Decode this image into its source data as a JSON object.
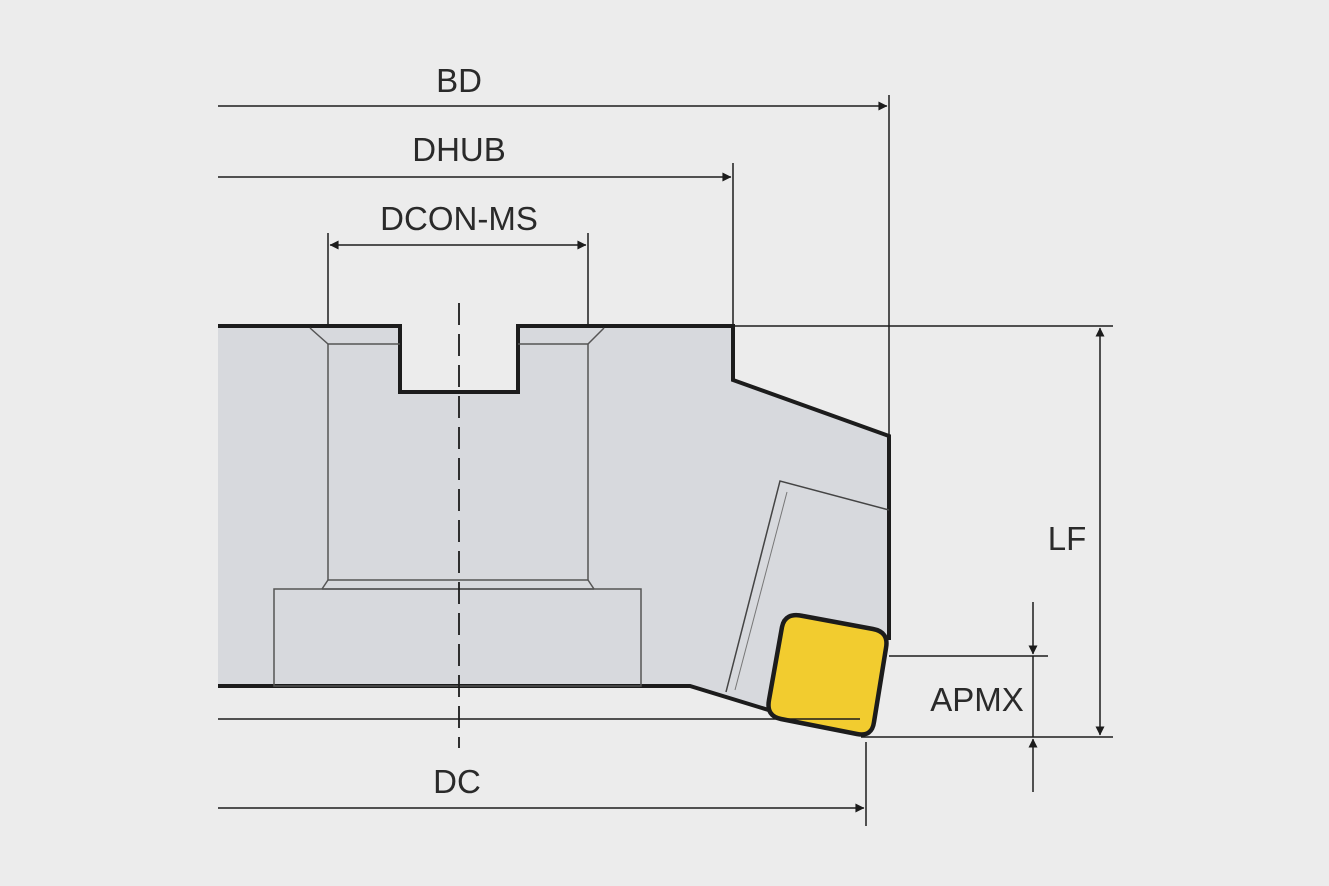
{
  "labels": {
    "bd": "BD",
    "dhub": "DHUB",
    "dcon_ms": "DCON-MS",
    "lf": "LF",
    "apmx": "APMX",
    "dc": "DC"
  },
  "colors": {
    "background": "#ececec",
    "body_fill": "#d7d9dd",
    "insert_fill": "#f2cc2f",
    "line": "#1c1c1c"
  }
}
